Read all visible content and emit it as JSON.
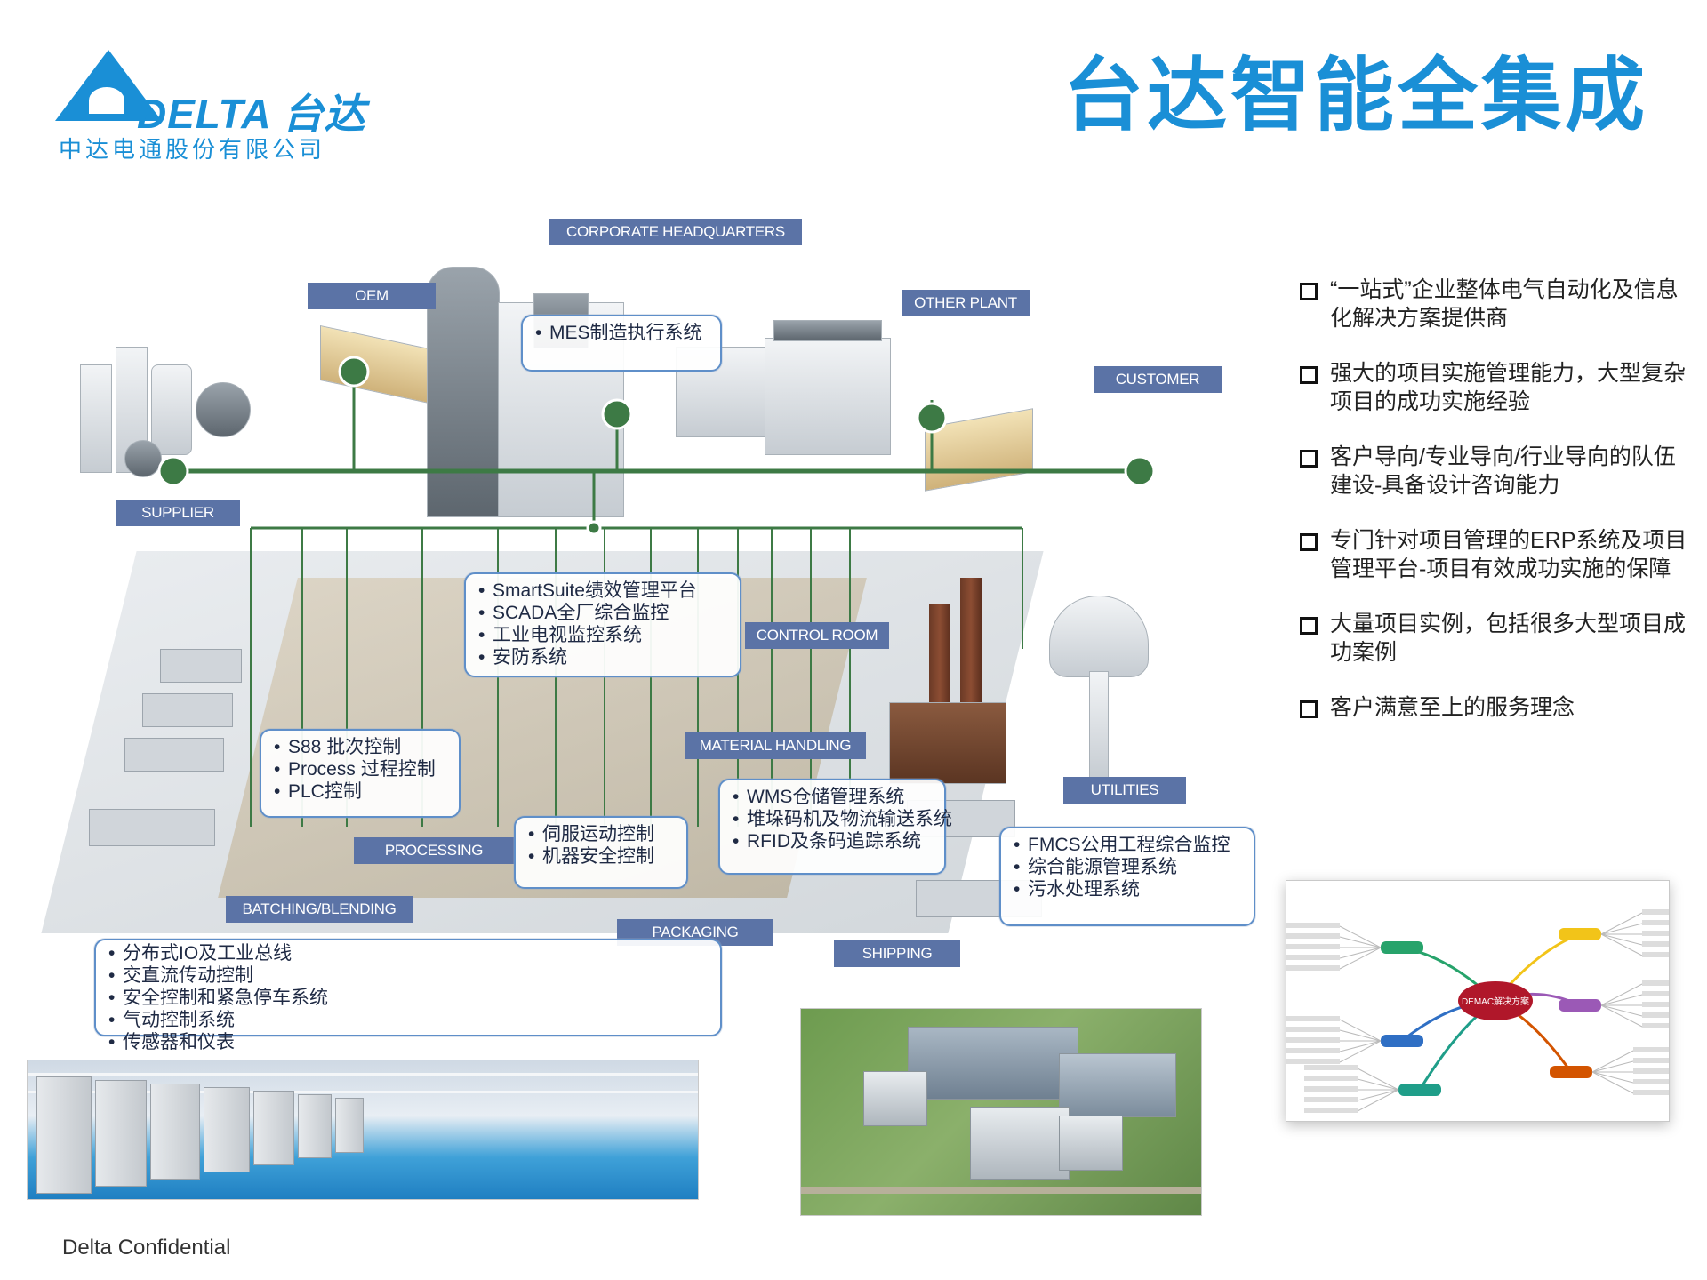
{
  "header": {
    "brand": "DELTA 台达",
    "company": "中达电通股份有限公司",
    "title": "台达智能全集成"
  },
  "diagram": {
    "tags": {
      "corporate_hq": "CORPORATE HEADQUARTERS",
      "oem": "OEM",
      "other_plant": "OTHER PLANT",
      "customer": "CUSTOMER",
      "supplier": "SUPPLIER",
      "control_room": "CONTROL ROOM",
      "material_handling": "MATERIAL HANDLING",
      "utilities": "UTILITIES",
      "processing": "PROCESSING",
      "batching": "BATCHING/BLENDING",
      "packaging": "PACKAGING",
      "shipping": "SHIPPING"
    },
    "boxes": {
      "mes": [
        "MES制造执行系统"
      ],
      "smartsuite": [
        "SmartSuite绩效管理平台",
        "SCADA全厂综合监控",
        "工业电视监控系统",
        "安防系统"
      ],
      "s88": [
        "S88 批次控制",
        "Process 过程控制",
        "PLC控制"
      ],
      "servo": [
        "伺服运动控制",
        "机器安全控制"
      ],
      "wms": [
        "WMS仓储管理系统",
        "堆垛码机及物流输送系统",
        "RFID及条码追踪系统"
      ],
      "fmcs": [
        "FMCS公用工程综合监控",
        "综合能源管理系统",
        "污水处理系统"
      ],
      "field": [
        "分布式IO及工业总线",
        "交直流传动控制",
        "安全控制和紧急停车系统",
        "气动控制系统",
        "传感器和仪表"
      ]
    },
    "line_color": "#3d7a45"
  },
  "features": [
    "“一站式”企业整体电气自动化及信息化解决方案提供商",
    "强大的项目实施管理能力，大型复杂项目的成功实施经验",
    "客户导向/专业导向/行业导向的队伍建设-具备设计咨询能力",
    "专门针对项目管理的ERP系统及项目管理平台-项目有效成功实施的保障",
    "大量项目实例，包括很多大型项目成功案例",
    "客户满意至上的服务理念"
  ],
  "mindmap": {
    "center": "DEMAC解决方案"
  },
  "footer": {
    "confidential": "Delta Confidential"
  },
  "colors": {
    "brand_blue": "#1a8fd6",
    "tag_blue": "#5b73a6",
    "box_border": "#5f8fc9"
  }
}
